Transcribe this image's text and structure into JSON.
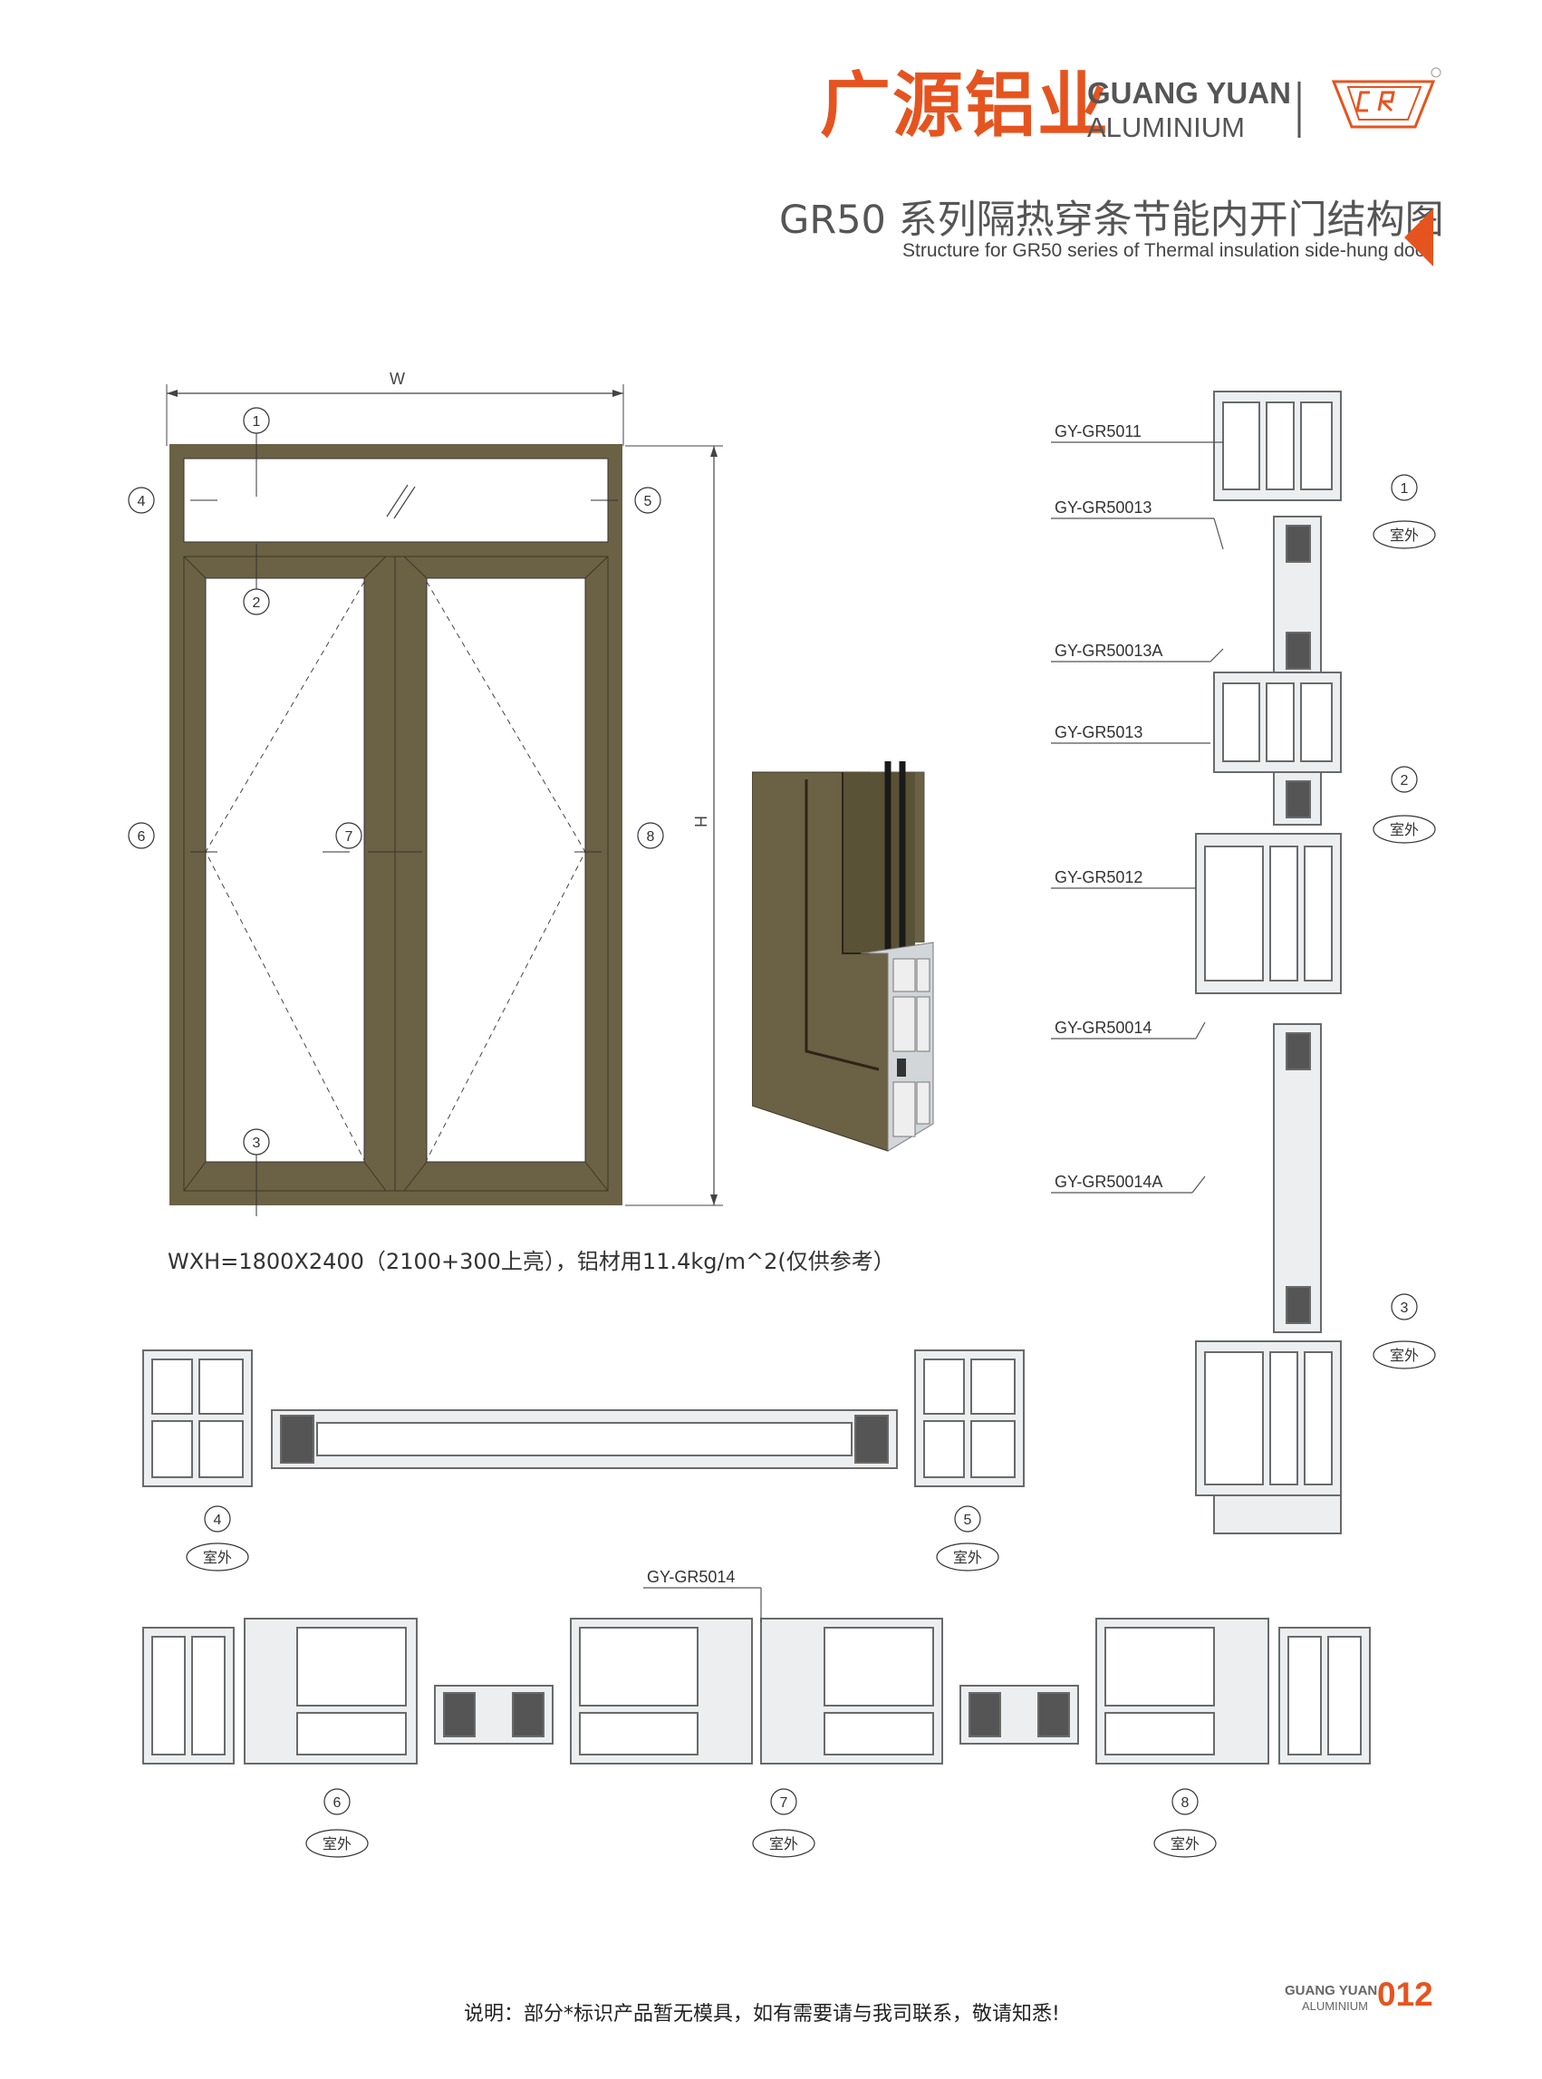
{
  "brand": {
    "name_cn": "广源铝业",
    "name_en_1": "GUANG YUAN",
    "name_en_2": "ALUMINIUM",
    "logo_icon": "gr-logo-icon",
    "accent_color": "#e5541f"
  },
  "title": {
    "cn": "GR50 系列隔热穿条节能内开门结构图",
    "en": "Structure for GR50 series of Thermal insulation side-hung door"
  },
  "elevation": {
    "width_label": "W",
    "height_label": "H",
    "markers": [
      "1",
      "2",
      "3",
      "4",
      "5",
      "6",
      "7",
      "8"
    ],
    "frame_color": "#6b6144"
  },
  "spec_text": "WXH=1800X2400（2100+300上亮），铝材用11.4kg/m^2(仅供参考）",
  "vertical_section": {
    "profiles": [
      "GY-GR5011",
      "GY-GR50013",
      "GY-GR50013A",
      "GY-GR5013",
      "GY-GR5012",
      "GY-GR50014",
      "GY-GR50014A"
    ],
    "markers": [
      "1",
      "2",
      "3"
    ],
    "outside_label": "室外"
  },
  "top_section": {
    "markers": [
      "4",
      "5"
    ],
    "outside_label": "室外"
  },
  "bottom_section": {
    "profile": "GY-GR5014",
    "markers": [
      "6",
      "7",
      "8"
    ],
    "outside_label": "室外"
  },
  "footnote": "说明：部分*标识产品暂无模具，如有需要请与我司联系，敬请知悉!",
  "footer": {
    "brand_1": "GUANG YUAN",
    "brand_2": "ALUMINIUM",
    "page": "012"
  }
}
